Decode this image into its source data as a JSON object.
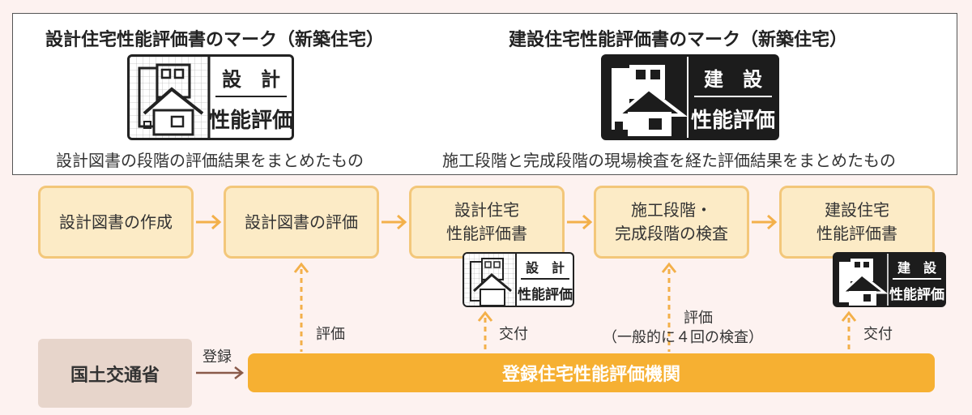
{
  "marks": {
    "design": {
      "title": "設計住宅性能評価書のマーク（新築住宅）",
      "badge_top": "設　計",
      "badge_bottom": "性能評価",
      "caption": "設計図書の段階の評価結果をまとめたもの"
    },
    "construction": {
      "title": "建設住宅性能評価書のマーク（新築住宅）",
      "badge_top": "建　設",
      "badge_bottom": "性能評価",
      "caption": "施工段階と完成段階の現場検査を経た評価結果をまとめたもの"
    }
  },
  "flow": {
    "steps": [
      "設計図書の作成",
      "設計図書の評価",
      "設計住宅\n性能評価書",
      "施工段階・\n完成段階の検査",
      "建設住宅\n性能評価書"
    ],
    "small_badge_design": {
      "top": "設　計",
      "bottom": "性能評価"
    },
    "small_badge_construction": {
      "top": "建　設",
      "bottom": "性能評価"
    },
    "labels": {
      "evaluation": "評価",
      "issue_design": "交付",
      "evaluation_inspection": "評価",
      "inspection_note": "（一般的に４回の検査）",
      "issue_construction": "交付",
      "registration": "登録"
    },
    "ministry": "国土交通省",
    "agency": "登録住宅性能評価機関"
  },
  "colors": {
    "step_fill": "#fcebc6",
    "step_border": "#f3c77a",
    "arrow": "#f3b04a",
    "agency_fill": "#f6b032",
    "ministry_fill": "#e7d5cb",
    "ministry_arrow": "#8a5a4a",
    "background": "#fdf2f0"
  }
}
